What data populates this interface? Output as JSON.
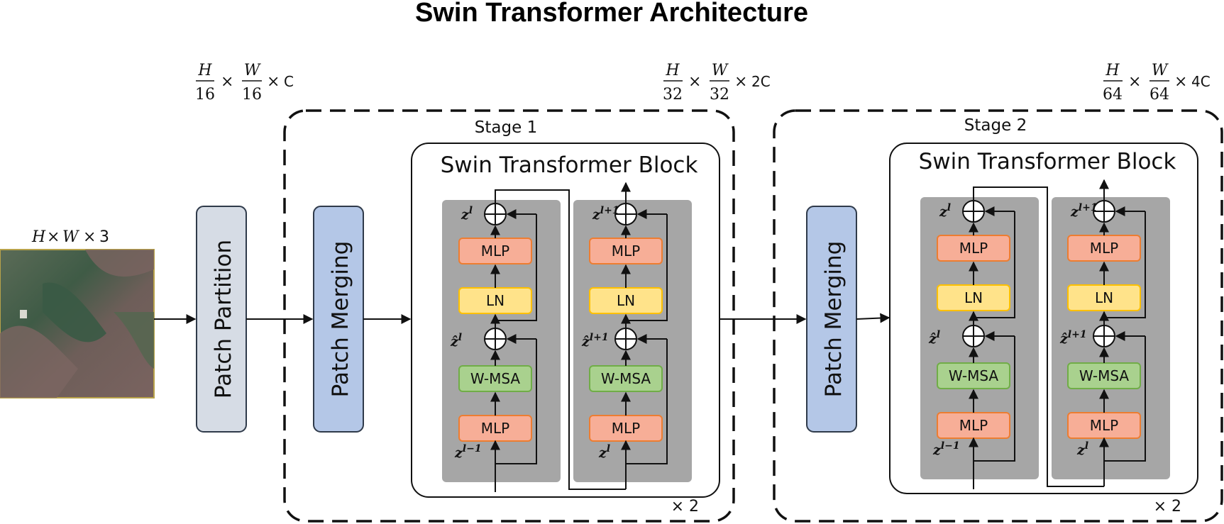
{
  "title": "Swin Transformer Architecture",
  "input": {
    "dims": {
      "h": "H",
      "x1": "×",
      "w": "W",
      "x2": "×",
      "c": "3"
    }
  },
  "dims_stage0": {
    "num1": "H",
    "den1": "16",
    "times1": "×",
    "num2": "W",
    "den2": "16",
    "times2": "×",
    "ch": "C"
  },
  "dims_stage1": {
    "num1": "H",
    "den1": "32",
    "times1": "×",
    "num2": "W",
    "den2": "32",
    "times2": "×",
    "ch": "2C"
  },
  "dims_stage2": {
    "num1": "H",
    "den1": "64",
    "times1": "×",
    "num2": "W",
    "den2": "64",
    "times2": "×",
    "ch": "4C"
  },
  "patch_partition": "Patch Partition",
  "patch_merging": "Patch Merging",
  "stages": [
    {
      "label": "Stage 1",
      "block_title": "Swin Transformer Block",
      "repeat": "× 2"
    },
    {
      "label": "Stage 2",
      "block_title": "Swin Transformer Block",
      "repeat": "× 2"
    }
  ],
  "sub_blocks": {
    "mlp": "MLP",
    "ln": "LN",
    "wmsa": "W-MSA"
  },
  "vars": {
    "z": "z",
    "zhat": "ẑ",
    "sup_l": "l",
    "sup_lp1": "l+1",
    "sup_lm1": "l−1"
  },
  "colors": {
    "pp_fill": "#d6dce5",
    "pm_fill": "#b4c7e7",
    "mlp_fill": "#f7ae97",
    "mlp_stroke": "#ed7d31",
    "ln_fill": "#ffe38a",
    "ln_stroke": "#ffc000",
    "wmsa_fill": "#a9d18e",
    "wmsa_stroke": "#70ad47",
    "panel_fill": "#a6a6a6"
  },
  "icons": [
    "arrow-icon",
    "add-circle-icon"
  ]
}
